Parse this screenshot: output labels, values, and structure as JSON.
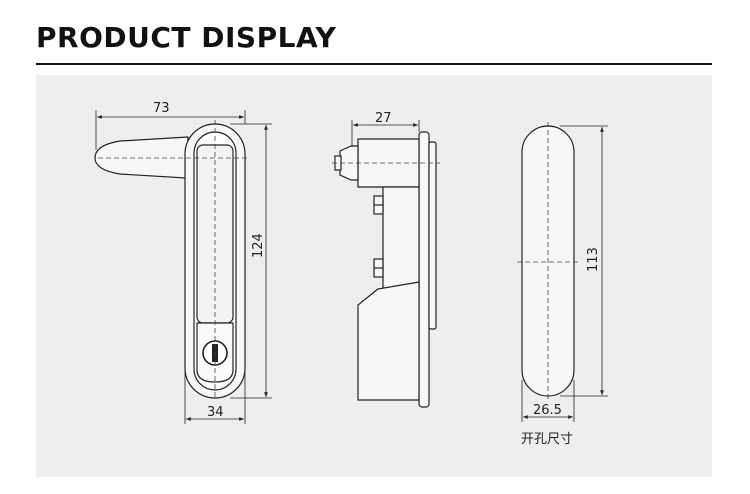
{
  "header": {
    "title": "PRODUCT DISPLAY"
  },
  "diagram": {
    "front_view": {
      "width_label": "73",
      "height_label": "124",
      "base_label": "34"
    },
    "side_view": {
      "depth_label": "27"
    },
    "cutout_view": {
      "height_label": "113",
      "width_label": "26.5",
      "caption": "开孔尺寸"
    }
  },
  "colors": {
    "panel_bg": "#eeeeee",
    "line": "#222222",
    "fill": "#f7f7f7"
  }
}
